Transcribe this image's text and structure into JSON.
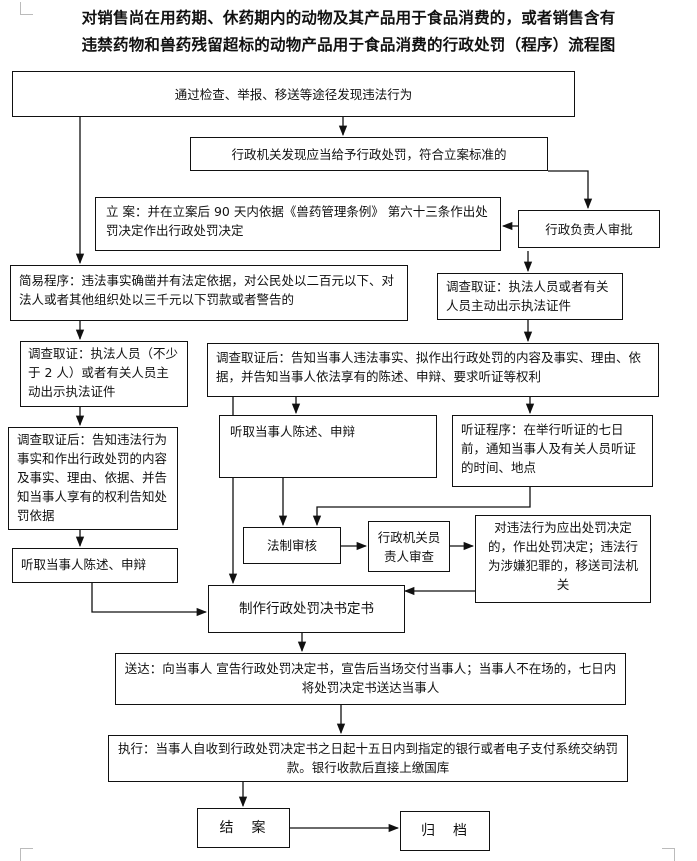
{
  "title": {
    "line1": "对销售尚在用药期、休药期内的动物及其产品用于食品消费的，或者销售含有",
    "line2": "违禁药物和兽药残留超标的动物产品用于食品消费的行政处罚（程序）流程图"
  },
  "nodes": {
    "discover": "通过检查、举报、移送等途径发现违法行为",
    "agency_find": "行政机关发现应当给予行政处罚，符合立案标准的",
    "lian": "立 案：并在立案后 90 天内依据《兽药管理条例》 第六十三条作出处罚决定作出行政处罚决定",
    "approve": "行政负责人审批",
    "simple": "简易程序：违法事实确凿并有法定依据，对公民处以二百元以下、对法人或者其他组织处以三千元以下罚款或者警告的",
    "investigate_general": "调查取证：执法人员或者有关人员主动出示执法证件",
    "investigate_simple": "调查取证：执法人员（不少于 2 人）或者有关人员主动出示执法证件",
    "after_general": "调查取证后：告知当事人违法事实、拟作出行政处罚的内容及事实、理由、依据，并告知当事人依法享有的陈述、申辩、要求听证等权利",
    "after_simple": "调查取证后：告知违法行为事实和作出行政处罚的内容及事实、理由、依据、并告知当事人享有的权利告知处罚依据",
    "hear_statement_general": "听取当事人陈述、申辩",
    "hearing": "听证程序：在举行听证的七日前，通知当事人及有关人员听证的时间、地点",
    "legal_review": "法制审核",
    "head_review": "行政机关员责人审查",
    "transfer": "对违法行为应出处罚决定的，作出处罚决定；违法行为涉嫌犯罪的，移送司法机关",
    "hear_statement_simple": "听取当事人陈述、申辩",
    "make_decision": "制作行政处罚决书定书",
    "deliver": "送达：向当事人 宣告行政处罚决定书，宣告后当场交付当事人；当事人不在场的，七日内将处罚决定书送达当事人",
    "execute": "执行：当事人自收到行政处罚决定书之日起十五日内到指定的银行或者电子支付系统交纳罚款。银行收款后直接上缴国库",
    "close": "结　案",
    "archive": "归　档"
  },
  "style": {
    "line_color": "#111111"
  }
}
